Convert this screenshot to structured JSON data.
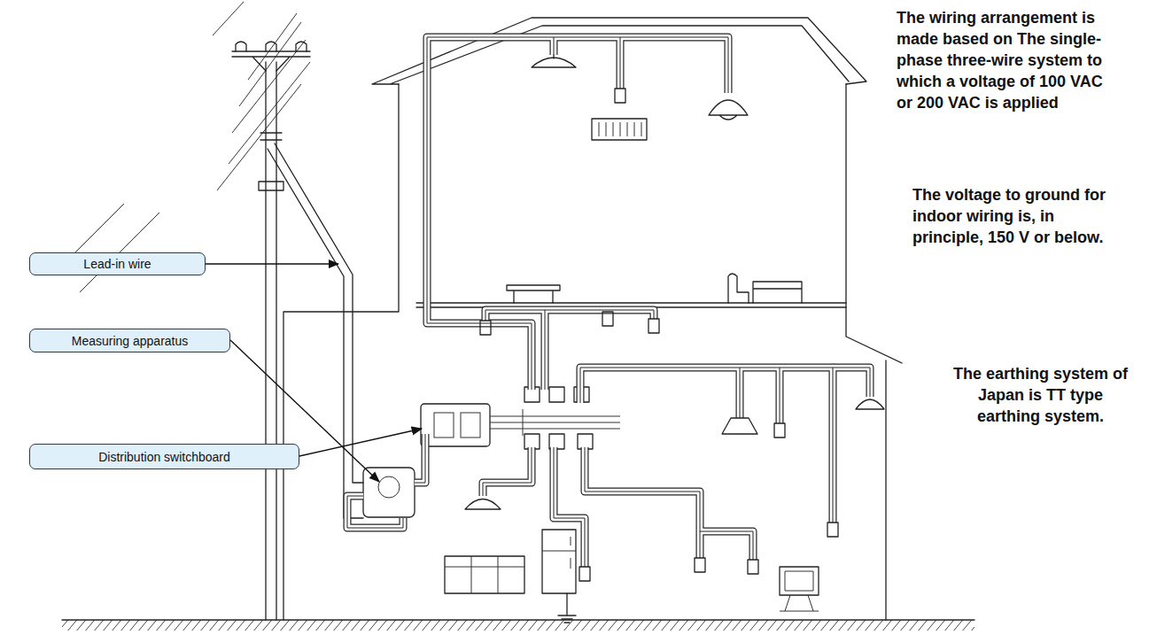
{
  "diagram": {
    "nodes": [
      {
        "text": [
          "Lead-in wire"
        ]
      },
      {
        "text": [
          "Measuring apparatus"
        ]
      },
      {
        "text": [
          "Distribution switchboard"
        ]
      }
    ],
    "labels": [
      "The wiring arrangement is made based on The single-phase three-wire system to which a voltage of 100 VAC or 200 VAC is applied",
      "The voltage to ground for indoor wiring is, in principle, 150 V or below.",
      "The earthing system of Japan is TT type earthing system."
    ]
  }
}
